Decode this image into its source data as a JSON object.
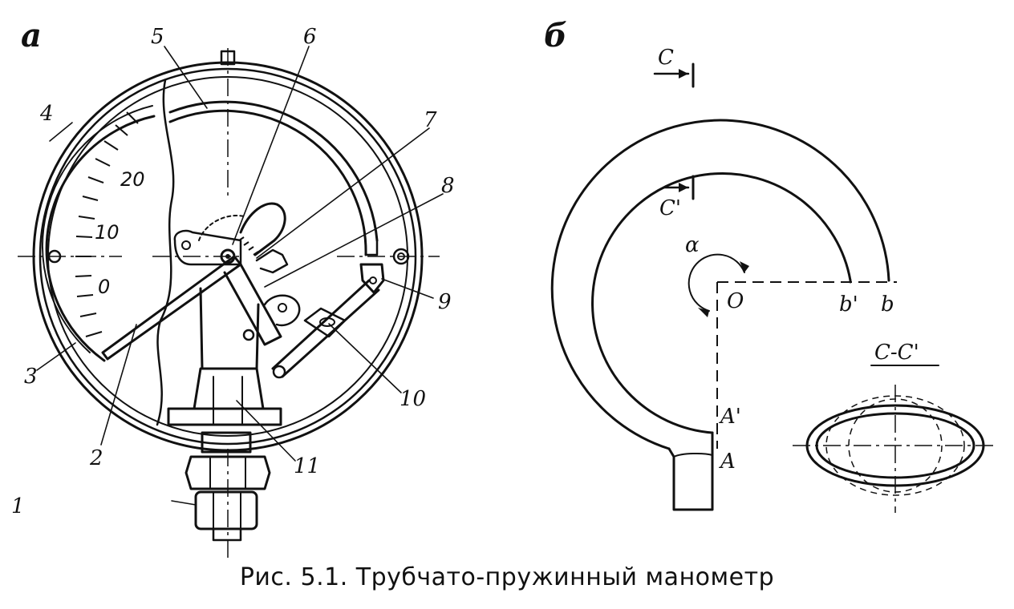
{
  "panels": {
    "a": {
      "label": "а",
      "part_numbers": [
        "1",
        "2",
        "3",
        "4",
        "5",
        "6",
        "7",
        "8",
        "9",
        "10",
        "11"
      ],
      "scale": [
        "20",
        "10",
        "0"
      ]
    },
    "b": {
      "label": "б",
      "labels": {
        "c": "C",
        "c_prime": "C'",
        "alpha": "α",
        "o": "O",
        "b_prime": "b'",
        "b": "b",
        "a_prime": "A'",
        "a": "A",
        "section": "C-C'"
      }
    }
  },
  "caption": "Рис. 5.1. Трубчато-пружинный манометр"
}
